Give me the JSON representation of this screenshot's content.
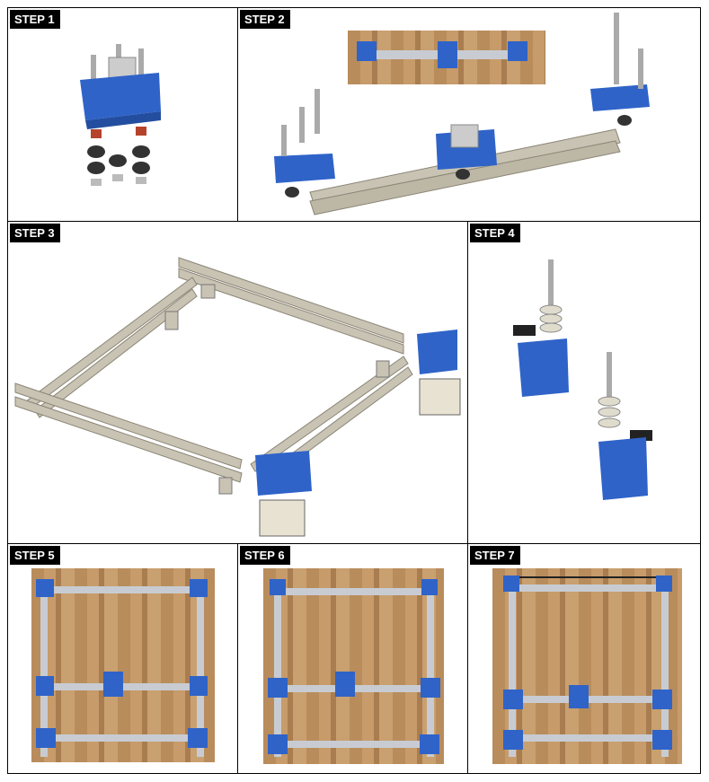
{
  "steps": [
    {
      "label": "STEP 1"
    },
    {
      "label": "STEP 2"
    },
    {
      "label": "STEP 3"
    },
    {
      "label": "STEP 4"
    },
    {
      "label": "STEP 5"
    },
    {
      "label": "STEP 6"
    },
    {
      "label": "STEP 7"
    }
  ],
  "colors": {
    "part_blue": "#2f63c8",
    "rail_gray": "#c9c3b4",
    "wood": "#c39867",
    "label_bg": "#000000"
  }
}
